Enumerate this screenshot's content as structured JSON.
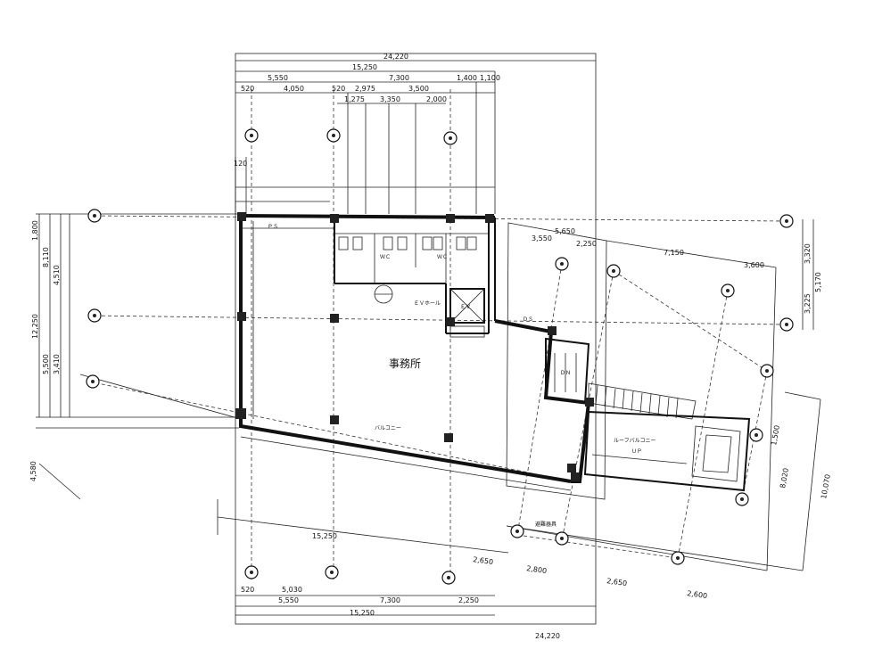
{
  "plan": {
    "room_label": "事務所",
    "dimensions": {
      "top_overall": "24,220",
      "top_second": "15,250",
      "top_row3": [
        "5,550",
        "7,300",
        "1,400",
        "1,100"
      ],
      "top_row4": [
        "520",
        "4,050",
        "520",
        "2,975",
        "3,500"
      ],
      "top_row5": [
        "1,275",
        "3,350",
        "2,000"
      ],
      "left_row": [
        "1,800",
        "8,110",
        "4,510",
        "12,250",
        "5,500",
        "3,410"
      ],
      "right_top": [
        "5,650",
        "3,550",
        "2,250",
        "7,150",
        "3,600"
      ],
      "right_side": [
        "3,320",
        "5,170",
        "3,225"
      ],
      "bottom_row1": [
        "520",
        "5,030",
        "7,300",
        "2,250"
      ],
      "bottom_row2": [
        "5,550",
        "15,250"
      ],
      "bottom_overall": "24,220",
      "lower_diag": [
        "15,250",
        "2,650",
        "2,800",
        "2,650",
        "2,600"
      ],
      "lower_right": [
        "1,500",
        "8,020",
        "10,070"
      ],
      "left_misc": [
        "4,580",
        "120"
      ]
    },
    "small_labels": [
      "ＥＶホール",
      "ＰＳ",
      "ＷＣ",
      "ＷＣ",
      "バルコニー",
      "ＥＶ",
      "ＤＳ",
      "ルーフバルコニー",
      "避難器具",
      "ＵＰ",
      "ＤＮ"
    ]
  }
}
